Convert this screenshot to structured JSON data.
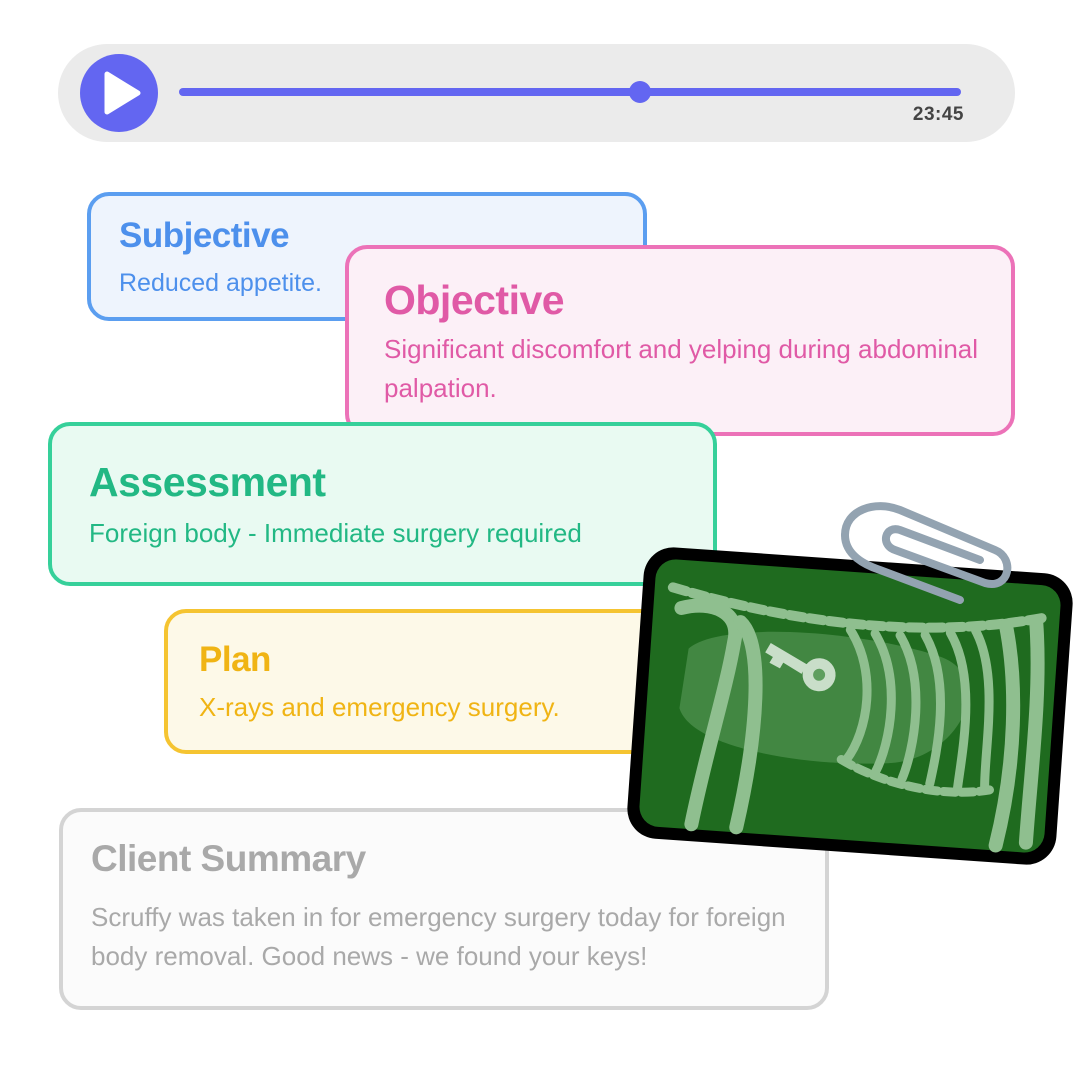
{
  "player": {
    "time": "23:45",
    "progress": 0.59,
    "accent_color": "#6366f1",
    "play_icon": "play-icon"
  },
  "cards": {
    "subjective": {
      "title": "Subjective",
      "body": "Reduced appetite.",
      "color": "#4d90ec"
    },
    "objective": {
      "title": "Objective",
      "body": "Significant discomfort and yelping during abdominal palpation.",
      "color": "#e05aa6"
    },
    "assessment": {
      "title": "Assessment",
      "body": "Foreign body - Immediate surgery required",
      "color": "#22b884"
    },
    "plan": {
      "title": "Plan",
      "body": "X-rays and emergency surgery.",
      "color": "#f0b414"
    },
    "summary": {
      "title": "Client Summary",
      "body": "Scruffy was taken in for emergency surgery today for foreign body removal. Good news - we found your keys!",
      "color": "#a9a9a9"
    }
  },
  "attachment": {
    "type_icon": "xray-image",
    "clip_icon": "paperclip-icon",
    "background": "#1f6b1f"
  }
}
